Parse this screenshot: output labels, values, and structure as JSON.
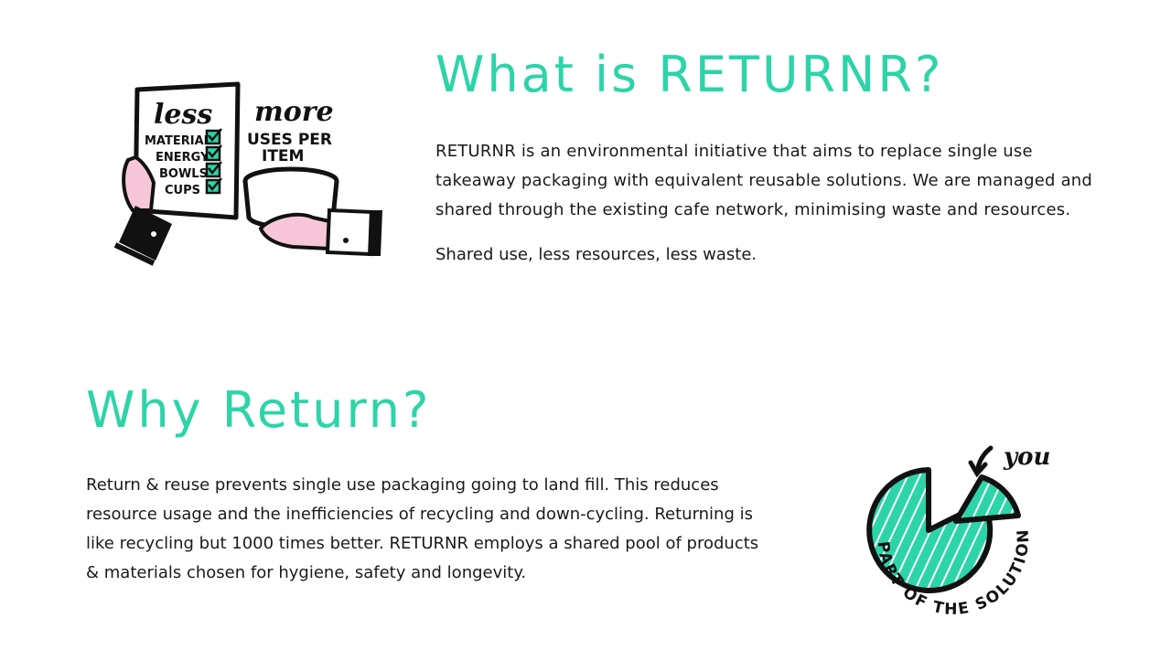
{
  "what": {
    "title": "What is RETURNR?",
    "body": "RETURNR is an environmental initiative that aims to replace single use takeaway packaging with equivalent reusable solutions. We are managed and shared through the existing cafe network, minimising waste and resources.",
    "tagline": "Shared use, less resources, less waste.",
    "illustration": {
      "less_label": "less",
      "items": [
        "MATERIALS",
        "ENERGY",
        "BOWLS",
        "CUPS"
      ],
      "more_label": "more",
      "more_lines": [
        "USES PER",
        "ITEM"
      ]
    }
  },
  "why": {
    "title": "Why Return?",
    "body": "Return & reuse prevents single use packaging going to land fill. This reduces resource usage and the inefficiencies of recycling and down-cycling. Returning is like recycling but 1000 times better. RETURNR employs a shared pool of products & materials chosen for hygiene, safety and longevity.",
    "illustration": {
      "you_label": "you",
      "ring_text": "PART OF THE SOLUTION"
    }
  },
  "colors": {
    "accent": "#2dd4a8",
    "text": "#1a1a1a",
    "pink": "#f7c7d9",
    "background": "#ffffff"
  }
}
